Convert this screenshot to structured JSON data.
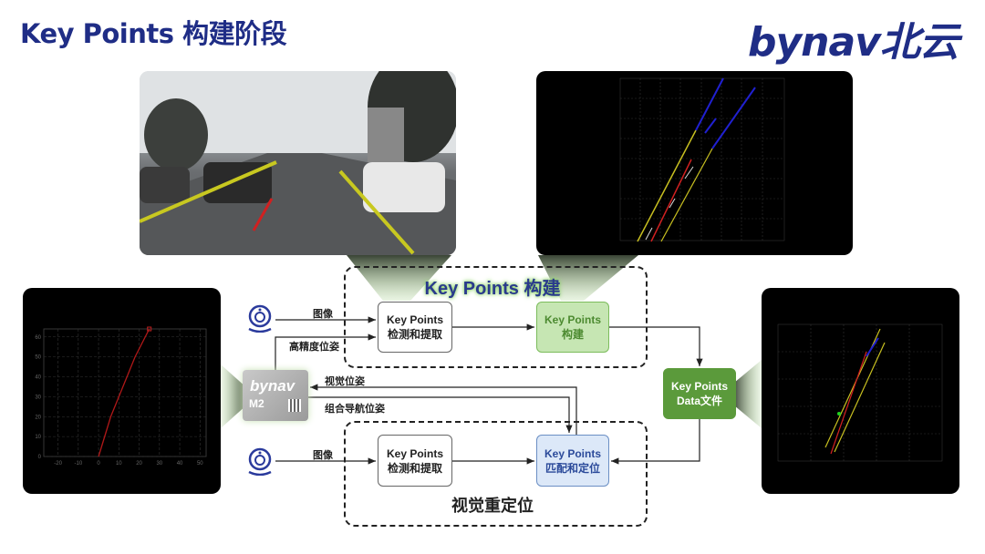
{
  "header": {
    "title": "Key Points 构建阶段",
    "logo": "bynav北云"
  },
  "build_section": {
    "title": "Key Points 构建",
    "detect_box": [
      "Key Points",
      "检测和提取"
    ],
    "build_box": [
      "Key Points",
      "构建"
    ],
    "image_label": "图像",
    "pose_label": "高精度位姿"
  },
  "data_box": [
    "Key Points",
    "Data文件"
  ],
  "chip": {
    "brand": "bynav",
    "model": "M2"
  },
  "links": {
    "visual_pose": "视觉位姿",
    "ins_pose": "组合导航位姿"
  },
  "reloc_section": {
    "title": "视觉重定位",
    "detect_box": [
      "Key Points",
      "检测和提取"
    ],
    "match_box": [
      "Key Points",
      "匹配和定位"
    ],
    "image_label": "图像"
  },
  "colors": {
    "brand": "#1f2d86",
    "green": "#5b9a3b",
    "blue": "#2b4a9a"
  },
  "chart_data": {
    "type": "line",
    "title": "",
    "xlabel": "",
    "ylabel": "",
    "x_ticks": [
      "-20",
      "-10",
      "0",
      "10",
      "20",
      "30",
      "40",
      "50"
    ],
    "y_ticks": [
      "0",
      "10",
      "20",
      "30",
      "40",
      "50",
      "60"
    ],
    "xlim": [
      -27,
      53
    ],
    "ylim": [
      0,
      64
    ],
    "grid": true,
    "series": [
      {
        "name": "trajectory",
        "x": [
          0,
          3,
          6,
          10,
          14,
          18,
          22,
          25
        ],
        "y": [
          0,
          10,
          20,
          30,
          40,
          50,
          58,
          64
        ]
      }
    ]
  }
}
